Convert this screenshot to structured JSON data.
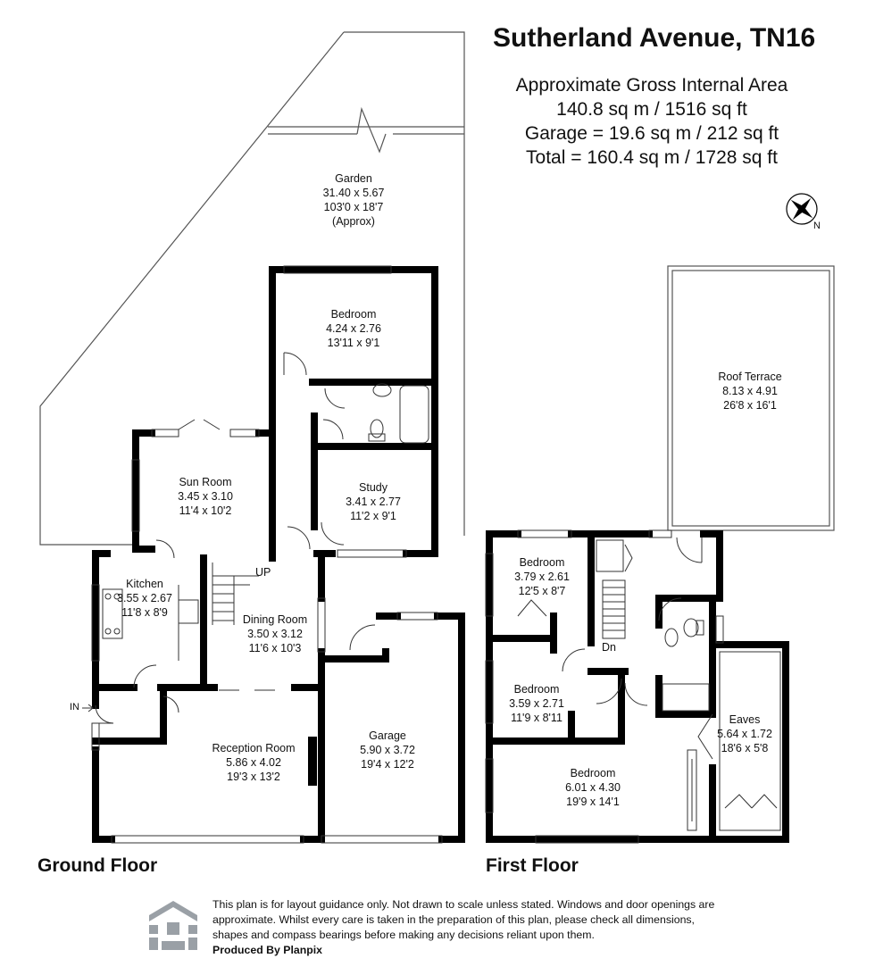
{
  "header": {
    "title": "Sutherland Avenue, TN16",
    "area_heading": "Approximate Gross Internal Area",
    "area_main": "140.8 sq m / 1516 sq ft",
    "area_garage": "Garage = 19.6 sq m / 212 sq ft",
    "area_total": "Total = 160.4 sq m / 1728 sq ft"
  },
  "compass": {
    "icon": "compass-rose-icon",
    "label": "N"
  },
  "ground_floor": {
    "label": "Ground Floor",
    "rooms": {
      "garden": {
        "name": "Garden",
        "metric": "31.40 x 5.67",
        "imperial": "103'0 x 18'7",
        "note": "(Approx)"
      },
      "bedroom": {
        "name": "Bedroom",
        "metric": "4.24 x 2.76",
        "imperial": "13'11 x 9'1"
      },
      "sun_room": {
        "name": "Sun Room",
        "metric": "3.45 x 3.10",
        "imperial": "11'4 x 10'2"
      },
      "study": {
        "name": "Study",
        "metric": "3.41 x 2.77",
        "imperial": "11'2 x 9'1"
      },
      "kitchen": {
        "name": "Kitchen",
        "metric": "3.55 x 2.67",
        "imperial": "11'8 x 8'9"
      },
      "dining_room": {
        "name": "Dining Room",
        "metric": "3.50 x 3.12",
        "imperial": "11'6 x 10'3"
      },
      "reception_room": {
        "name": "Reception Room",
        "metric": "5.86 x 4.02",
        "imperial": "19'3 x 13'2"
      },
      "garage": {
        "name": "Garage",
        "metric": "5.90 x 3.72",
        "imperial": "19'4 x 12'2"
      }
    },
    "stairs_label": "UP",
    "entrance_label": "IN"
  },
  "first_floor": {
    "label": "First Floor",
    "rooms": {
      "roof_terrace": {
        "name": "Roof Terrace",
        "metric": "8.13 x 4.91",
        "imperial": "26'8 x 16'1"
      },
      "bedroom_1": {
        "name": "Bedroom",
        "metric": "3.79 x 2.61",
        "imperial": "12'5 x 8'7"
      },
      "bedroom_2": {
        "name": "Bedroom",
        "metric": "3.59 x 2.71",
        "imperial": "11'9 x 8'11"
      },
      "bedroom_3": {
        "name": "Bedroom",
        "metric": "6.01 x 4.30",
        "imperial": "19'9 x 14'1"
      },
      "eaves": {
        "name": "Eaves",
        "metric": "5.64 x 1.72",
        "imperial": "18'6 x 5'8"
      }
    },
    "stairs_label": "Dn"
  },
  "footer": {
    "logo_icon": "planpix-logo-icon",
    "disclaimer": "This plan is for layout guidance only. Not drawn to scale unless stated. Windows and door openings are approximate. Whilst every care is taken in the preparation of this plan, please check all dimensions, shapes and compass bearings before making any decisions reliant upon them.",
    "credit": "Produced By Planpix"
  }
}
